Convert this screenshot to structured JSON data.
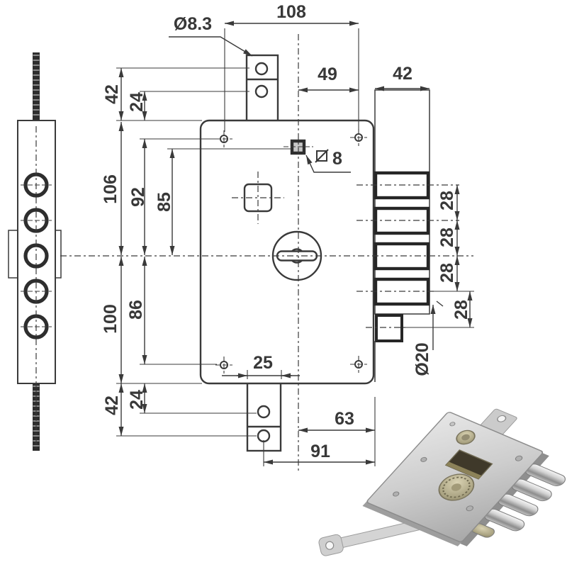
{
  "drawing": {
    "dimensions": {
      "fixing_hole_diameter": "Ø8.3",
      "hole_span_horizontal": "108",
      "axis_to_right_hole": "49",
      "bolt_block_width": "42",
      "spindle_square_size": "8",
      "top_tab_upper_hole": "42",
      "top_tab_lower_hole": "24",
      "upper_body_height": "106",
      "top_hole_to_axis": "92",
      "spindle_to_axis": "85",
      "lower_body_height": "100",
      "axis_to_bottom_hole": "86",
      "bolt_pitch_1": "28",
      "bolt_pitch_2": "28",
      "bolt_pitch_3": "28",
      "bolt_pitch_4": "28",
      "bolt_diameter": "Ø20",
      "bottom_tab_width": "25",
      "bottom_tab_upper_hole": "24",
      "bottom_tab_lower_hole": "42",
      "axis_to_front_edge": "63",
      "tab_hole_to_front_edge": "91"
    }
  }
}
